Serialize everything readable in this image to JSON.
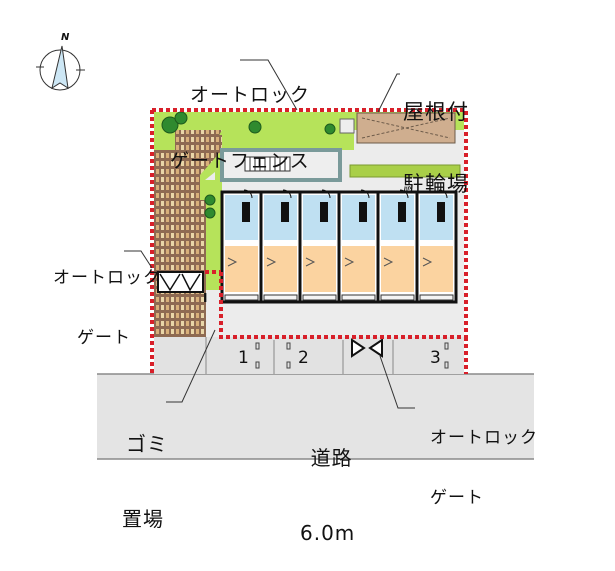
{
  "compass": {
    "north_label": "N"
  },
  "labels": {
    "fence": {
      "line1": "オートロック",
      "line2": "ゲートフェンス"
    },
    "bike_parking": {
      "line1": "屋根付",
      "line2": "駐輪場"
    },
    "left_gate": {
      "line1": "オートロック",
      "line2": "ゲート"
    },
    "garbage": {
      "line1": "ゴミ",
      "line2": "置場"
    },
    "road": {
      "line1": "道路",
      "line2": "6.0m"
    },
    "bottom_gate": {
      "line1": "オートロック",
      "line2": "ゲート"
    }
  },
  "parking_spaces": [
    "1",
    "2",
    "3"
  ],
  "units": {
    "count": 6
  },
  "colors": {
    "fence_red": "#d8202a",
    "lawn_green": "#b6e35a",
    "tree_green": "#2f8a2f",
    "paving_brown": "#a07a60",
    "bike_roof": "#cfae8f",
    "room_orange": "#fbd3a0",
    "wet_blue": "#bfe0f2",
    "ground_gray": "#e8e8e8",
    "road_gray": "#e4e4e4"
  }
}
